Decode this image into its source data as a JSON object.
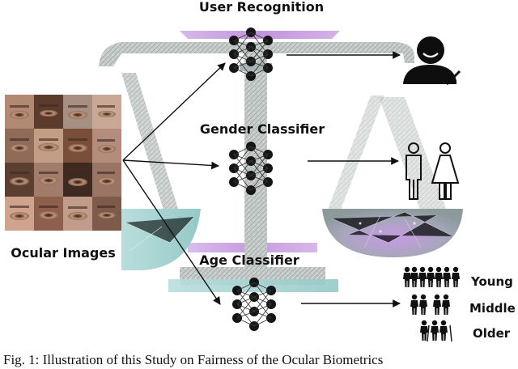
{
  "labels": {
    "user_recognition": "User Recognition",
    "gender_classifier": "Gender Classifier",
    "age_classifier": "Age Classifier",
    "ocular_images": "Ocular Images",
    "age_young": "Young",
    "age_middle": "Middle",
    "age_older": "Older"
  },
  "caption": "Fig. 1: Illustration of this Study on Fairness of the Ocular Biometrics",
  "colors": {
    "scale_body": "#c9ccc8",
    "scale_texture": "#8fa5a6",
    "purple_glow": "#b78ad6",
    "teal_glow": "#9fd0cf",
    "node": "#151515",
    "arrow": "#111111"
  },
  "icons": {
    "user_verified": "user-check-icon",
    "gender": "male-female-icon",
    "age_groups": "people-group-icon"
  }
}
